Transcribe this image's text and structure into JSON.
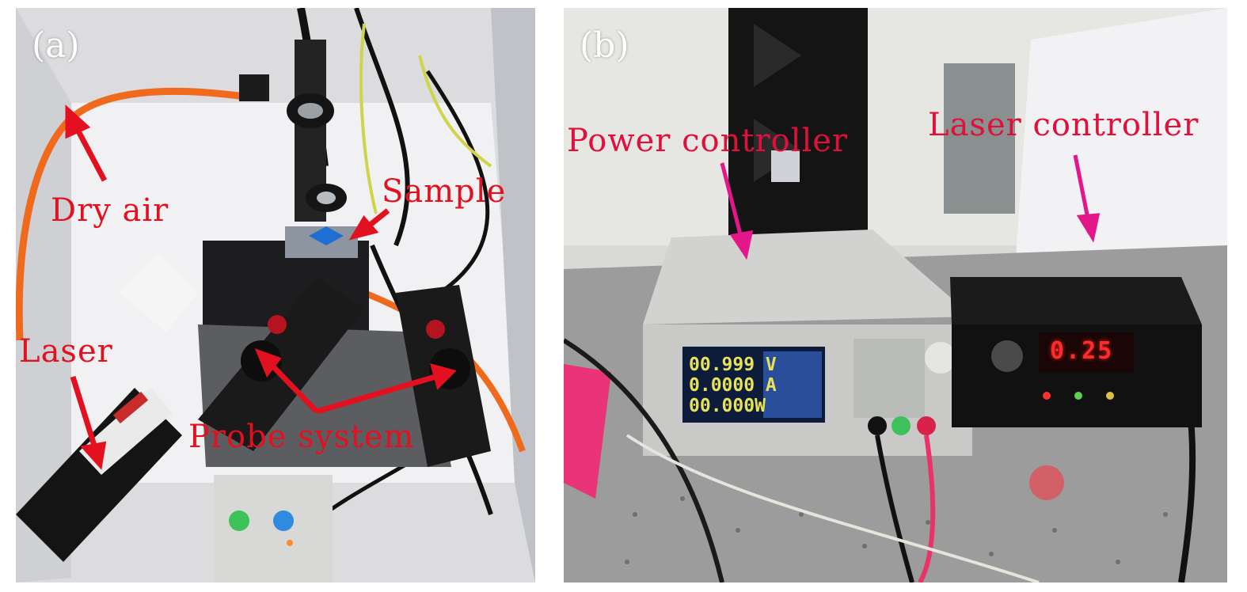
{
  "panels": [
    {
      "letter": "(a)",
      "labels": {
        "dry_air": "Dry air",
        "sample": "Sample",
        "laser": "Laser",
        "probe_system": "Probe system"
      }
    },
    {
      "letter": "(b)",
      "labels": {
        "power_controller": "Power controller",
        "laser_controller": "Laser controller"
      },
      "power_supply_readouts": {
        "voltage": "00.999 V",
        "current": "0.0000 A",
        "power": "00.000W"
      },
      "laser_controller_display": "0.25"
    }
  ],
  "colors": {
    "panel_a_annotation": "#e3101f",
    "panel_b_annotation": "#e0103a",
    "panel_letter": "#ffffff"
  }
}
